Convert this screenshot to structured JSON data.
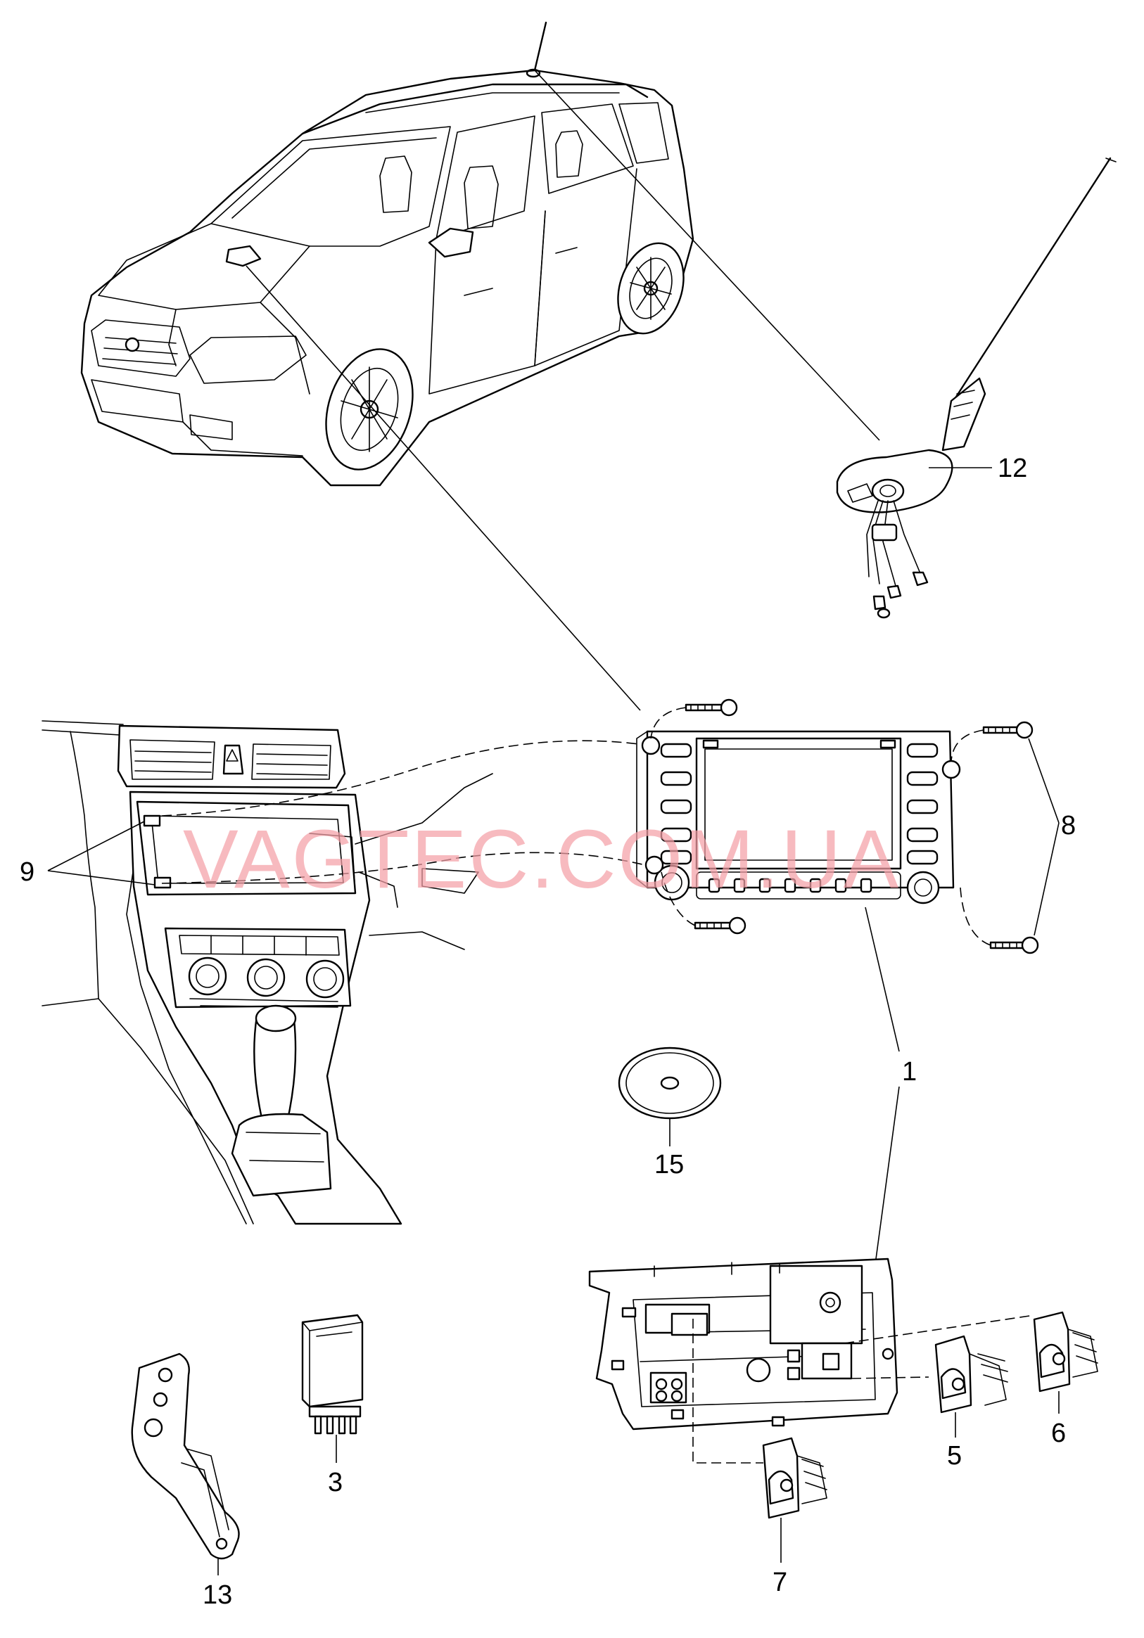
{
  "diagram": {
    "watermark": "VAGTEC.COM.UA",
    "callouts": {
      "c1": "1",
      "c3": "3",
      "c5": "5",
      "c6": "6",
      "c7": "7",
      "c8": "8",
      "c9": "9",
      "c12": "12",
      "c13": "13",
      "c15": "15"
    },
    "parts": [
      "vehicle-overview",
      "roof-antenna",
      "dashboard-center-console",
      "navigation-radio-unit",
      "mounting-screws",
      "radio-mounting-frame",
      "connector-housings",
      "relay",
      "bracket",
      "navigation-disc"
    ]
  }
}
